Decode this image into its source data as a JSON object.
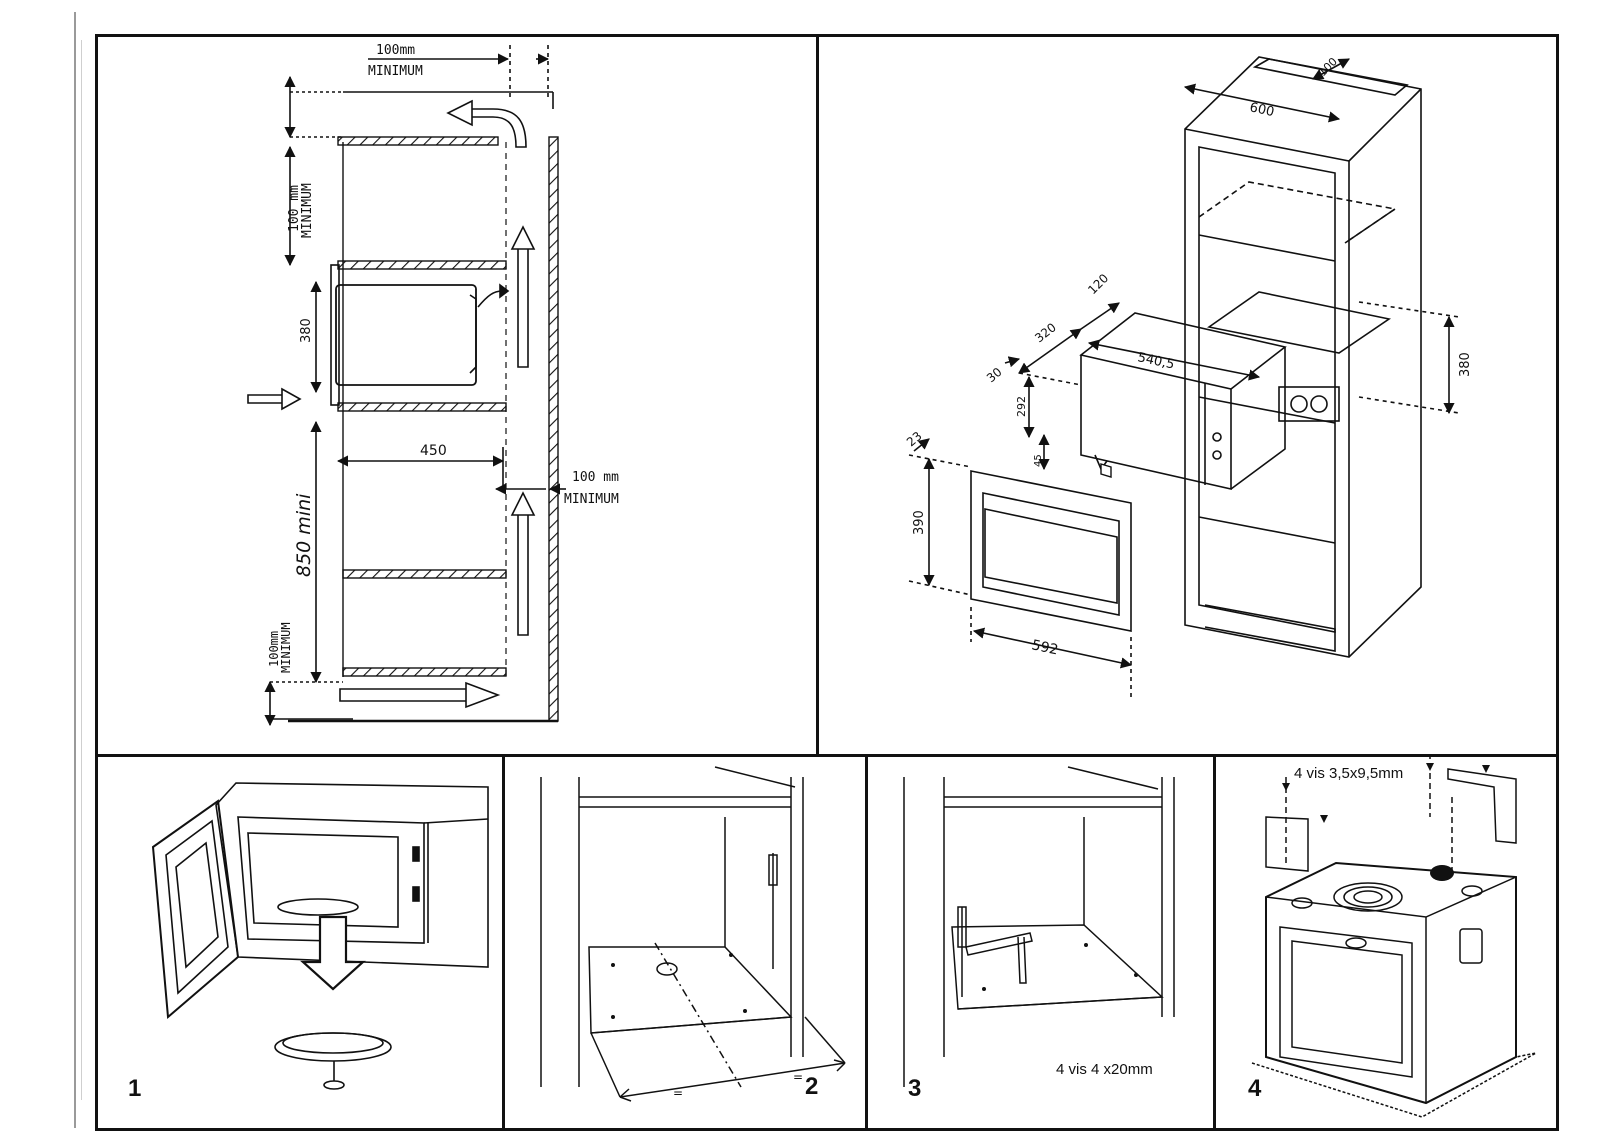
{
  "panel_a": {
    "top_clearance_value": "100mm",
    "top_clearance_unit": "MINIMUM",
    "upper_gap_value": "100 mm",
    "upper_gap_unit": "MINIMUM",
    "oven_height": "380",
    "depth": "450",
    "rear_gap_value": "100 mm",
    "rear_gap_unit": "MINIMUM",
    "floor_height": "850 mini",
    "bottom_gap_value": "100mm",
    "bottom_gap_unit": "MINIMUM"
  },
  "panel_b": {
    "cabinet_width": "600",
    "vent_depth": "100",
    "niche_height": "380",
    "oven_width": "540,5",
    "oven_depth": "320",
    "oven_offset": "120",
    "side_gap": "30",
    "oven_height": "292",
    "foot_height": "45",
    "frame_offset": "23",
    "frame_height": "390",
    "frame_width": "592"
  },
  "steps": [
    {
      "number": "1",
      "note": ""
    },
    {
      "number": "2",
      "note": ""
    },
    {
      "number": "3",
      "note": "4 vis 4 x20mm"
    },
    {
      "number": "4",
      "note": "4 vis 3,5x9,5mm"
    }
  ]
}
